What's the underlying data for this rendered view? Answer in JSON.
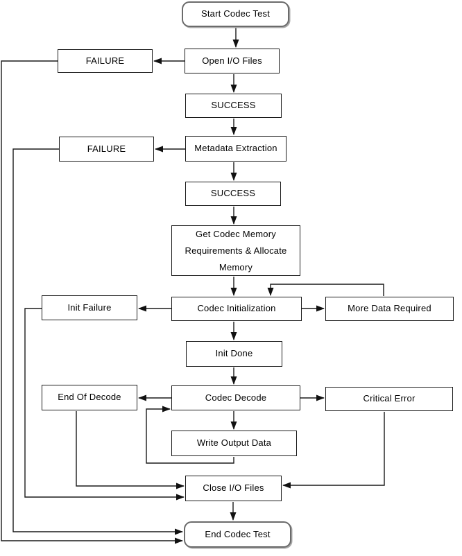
{
  "diagram": {
    "type": "flowchart",
    "nodes": {
      "start": {
        "label": "Start Codec Test",
        "shape": "terminator"
      },
      "failure_open": {
        "label": "FAILURE",
        "shape": "rect"
      },
      "open_io": {
        "label": "Open I/O Files",
        "shape": "rect"
      },
      "success_open": {
        "label": "SUCCESS",
        "shape": "rect"
      },
      "failure_metadata": {
        "label": "FAILURE",
        "shape": "rect"
      },
      "metadata": {
        "label": "Metadata Extraction",
        "shape": "rect"
      },
      "success_metadata": {
        "label": "SUCCESS",
        "shape": "rect"
      },
      "get_memory": {
        "label": "Get Codec Memory Requirements & Allocate Memory",
        "shape": "rect"
      },
      "init_failure": {
        "label": "Init Failure",
        "shape": "rect"
      },
      "codec_init": {
        "label": "Codec Initialization",
        "shape": "rect"
      },
      "more_data": {
        "label": "More Data Required",
        "shape": "rect"
      },
      "init_done": {
        "label": "Init Done",
        "shape": "rect"
      },
      "end_of_decode": {
        "label": "End Of Decode",
        "shape": "rect"
      },
      "codec_decode": {
        "label": "Codec Decode",
        "shape": "rect"
      },
      "critical_error": {
        "label": "Critical Error",
        "shape": "rect"
      },
      "write_output": {
        "label": "Write Output Data",
        "shape": "rect"
      },
      "close_io": {
        "label": "Close I/O Files",
        "shape": "rect"
      },
      "end": {
        "label": "End Codec Test",
        "shape": "terminator"
      }
    },
    "edges": [
      {
        "from": "start",
        "to": "open_io"
      },
      {
        "from": "open_io",
        "to": "failure_open"
      },
      {
        "from": "failure_open",
        "to": "end"
      },
      {
        "from": "open_io",
        "to": "success_open"
      },
      {
        "from": "success_open",
        "to": "metadata"
      },
      {
        "from": "metadata",
        "to": "failure_metadata"
      },
      {
        "from": "failure_metadata",
        "to": "end"
      },
      {
        "from": "metadata",
        "to": "success_metadata"
      },
      {
        "from": "success_metadata",
        "to": "get_memory"
      },
      {
        "from": "get_memory",
        "to": "codec_init"
      },
      {
        "from": "codec_init",
        "to": "init_failure"
      },
      {
        "from": "init_failure",
        "to": "close_io"
      },
      {
        "from": "codec_init",
        "to": "more_data"
      },
      {
        "from": "more_data",
        "to": "codec_init"
      },
      {
        "from": "codec_init",
        "to": "init_done"
      },
      {
        "from": "init_done",
        "to": "codec_decode"
      },
      {
        "from": "codec_decode",
        "to": "end_of_decode"
      },
      {
        "from": "end_of_decode",
        "to": "close_io"
      },
      {
        "from": "codec_decode",
        "to": "critical_error"
      },
      {
        "from": "critical_error",
        "to": "close_io"
      },
      {
        "from": "codec_decode",
        "to": "write_output"
      },
      {
        "from": "write_output",
        "to": "codec_decode"
      },
      {
        "from": "close_io",
        "to": "end"
      }
    ],
    "colors": {
      "background": "#ffffff",
      "line": "#1a1a1a",
      "box_border": "#1a1a1a",
      "terminator_border": "#6b6b6b",
      "text": "#000000"
    }
  }
}
